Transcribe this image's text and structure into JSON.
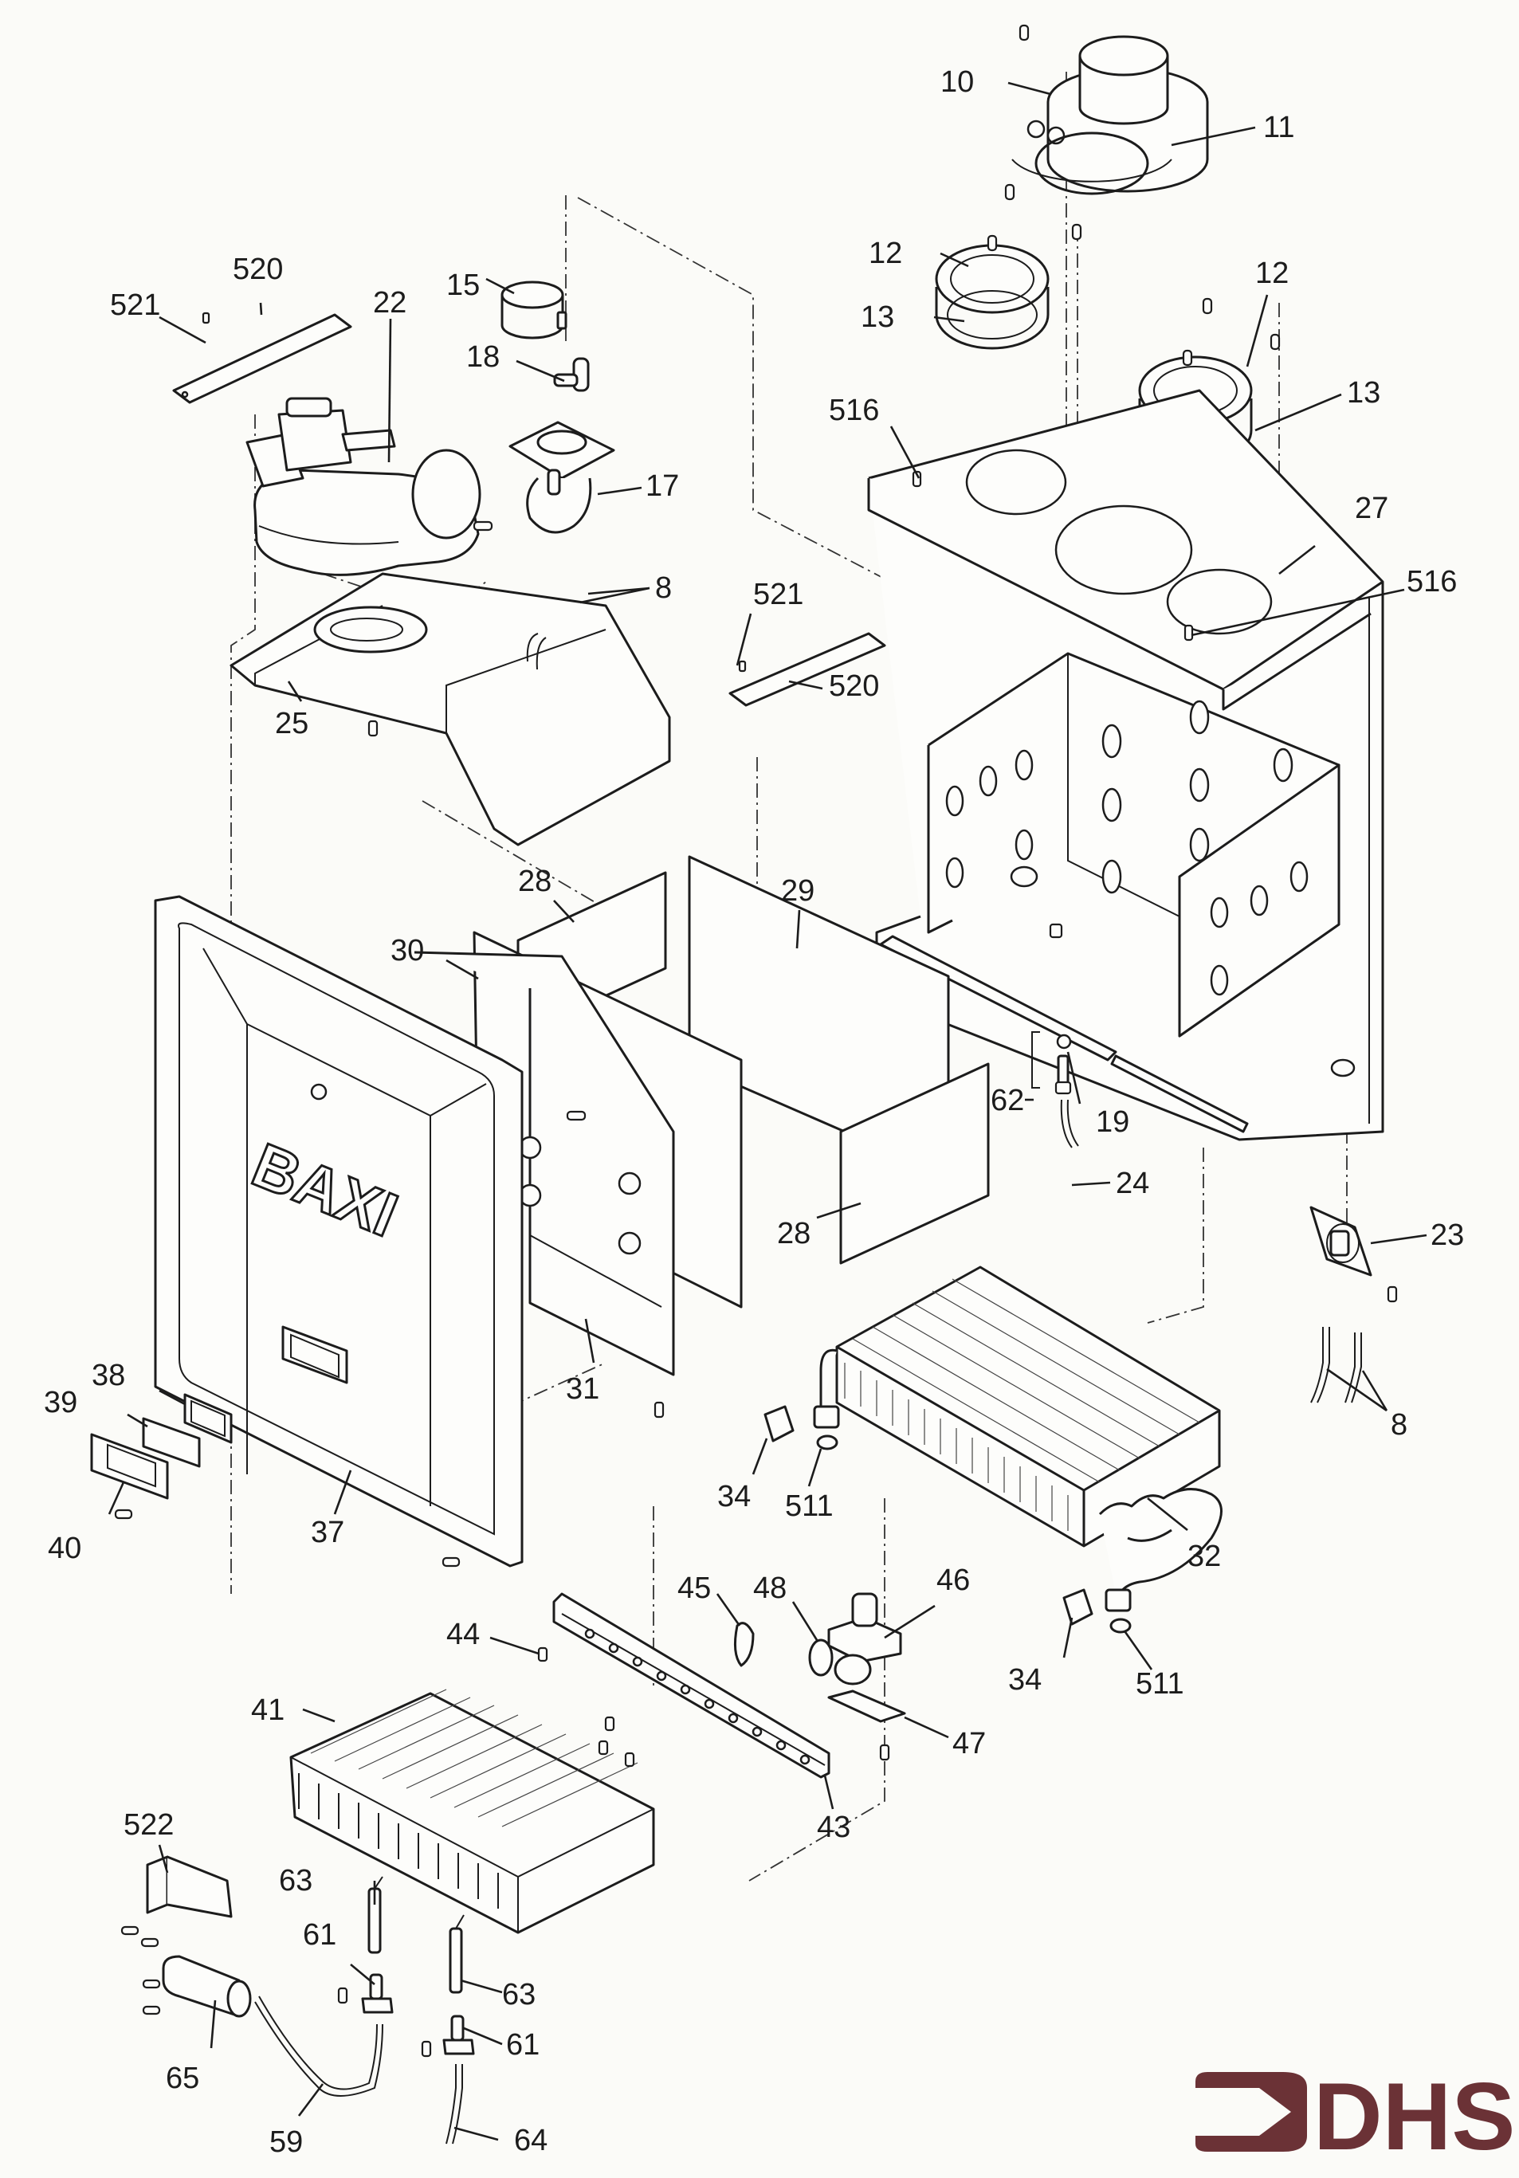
{
  "diagram": {
    "title": "Boiler exploded parts diagram",
    "brand_on_casing": "BAXI",
    "logo": {
      "text": "DHS",
      "icon": "arrow-bracket-icon",
      "color": "#6b3236"
    },
    "background_color": "#fbfbf8",
    "line_color": "#1c1c1c"
  },
  "labels": {
    "p10": "10",
    "p11": "11",
    "p12a": "12",
    "p13a": "13",
    "p12b": "12",
    "p13b": "13",
    "p15": "15",
    "p18": "18",
    "p17": "17",
    "p22": "22",
    "p520a": "520",
    "p521a": "521",
    "p516a": "516",
    "p516b": "516",
    "p27": "27",
    "p8a": "8",
    "p25": "25",
    "p521b": "521",
    "p520b": "520",
    "p28a": "28",
    "p29": "29",
    "p30": "30",
    "p28b": "28",
    "p31": "31",
    "p62": "62",
    "p19": "19",
    "p24": "24",
    "p23": "23",
    "p8b": "8",
    "p38": "38",
    "p39": "39",
    "p40": "40",
    "p37": "37",
    "p34a": "34",
    "p511a": "511",
    "p32": "32",
    "p45": "45",
    "p48": "48",
    "p46": "46",
    "p44": "44",
    "p34b": "34",
    "p511b": "511",
    "p41": "41",
    "p47": "47",
    "p43": "43",
    "p522": "522",
    "p63a": "63",
    "p61a": "61",
    "p63b": "63",
    "p61b": "61",
    "p65": "65",
    "p59": "59",
    "p64": "64"
  }
}
